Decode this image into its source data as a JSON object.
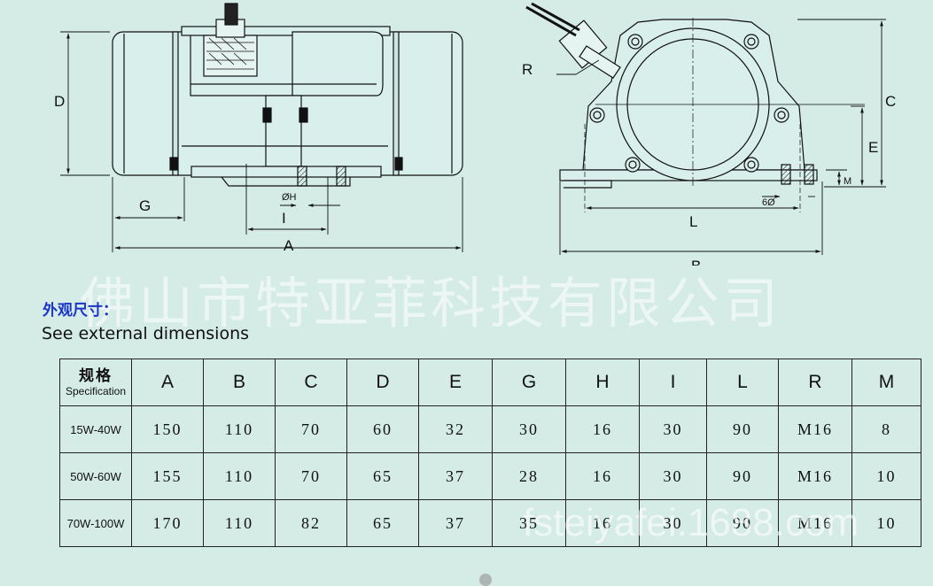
{
  "drawing_labels": {
    "D": "D",
    "G": "G",
    "H": "ØH",
    "I": "I",
    "A": "A",
    "R": "R",
    "C": "C",
    "E": "E",
    "M": "M",
    "hole": "6Ø",
    "L": "L",
    "B": "B"
  },
  "watermark_company": "佛山市特亚菲科技有限公司",
  "heading_cn": "外观尺寸：",
  "heading_en": "See external dimensions",
  "table": {
    "corner_cn": "规格",
    "corner_en": "Specification",
    "columns": [
      "A",
      "B",
      "C",
      "D",
      "E",
      "G",
      "H",
      "I",
      "L",
      "R",
      "M"
    ],
    "rows": [
      {
        "spec": "15W-40W",
        "values": [
          "150",
          "110",
          "70",
          "60",
          "32",
          "30",
          "16",
          "30",
          "90",
          "M16",
          "8"
        ]
      },
      {
        "spec": "50W-60W",
        "values": [
          "155",
          "110",
          "70",
          "65",
          "37",
          "28",
          "16",
          "30",
          "90",
          "M16",
          "10"
        ]
      },
      {
        "spec": "70W-100W",
        "values": [
          "170",
          "110",
          "82",
          "65",
          "37",
          "35",
          "16",
          "30",
          "90",
          "M16",
          "10"
        ]
      }
    ]
  },
  "watermark_url": "fsteiyafei.1688.com"
}
